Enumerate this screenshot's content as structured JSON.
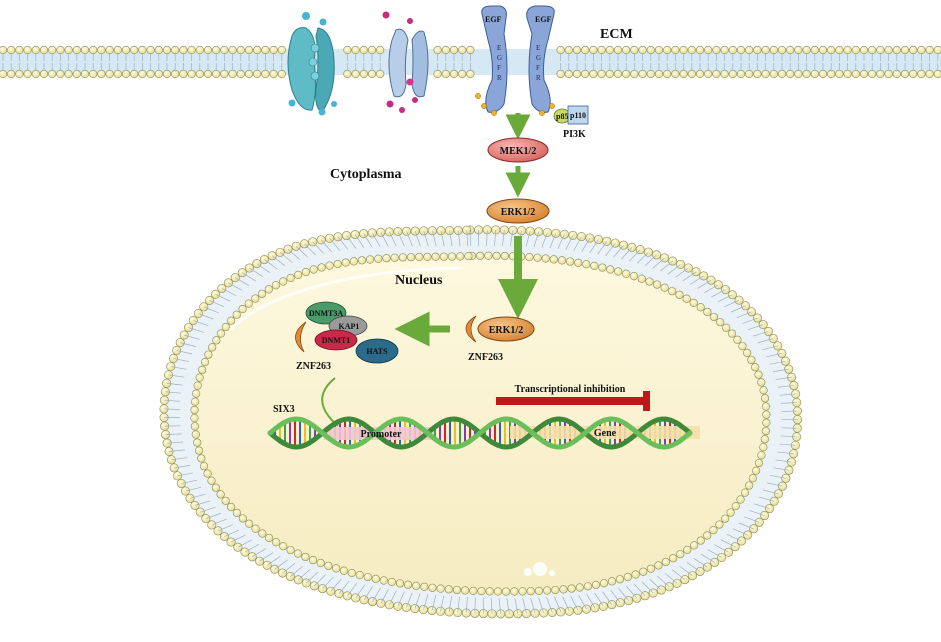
{
  "labels": {
    "ecm": "ECM",
    "cytoplasma": "Cytoplasma",
    "nucleus": "Nucleus",
    "egf_left": "EGF",
    "egf_right": "EGF",
    "egfr_left": "EGFR",
    "egfr_right": "EGFR",
    "pi3k": "PI3K",
    "p85": "p85",
    "p110": "p110",
    "mek": "MEK1/2",
    "erk_cyto": "ERK1/2",
    "erk_nuc": "ERK1/2",
    "znf263_erk": "ZNF263",
    "znf263_complex": "ZNF263",
    "dnmt3a": "DNMT3A",
    "kap1": "KAP1",
    "dnmt1": "DNMT1",
    "hats": "HATS",
    "six3": "SIX3",
    "promoter": "Promoter",
    "gene": "Gene",
    "transcriptional_inhibition": "Transcriptional inhibition"
  },
  "colors": {
    "membrane_head": "#f3ecb0",
    "membrane_head_stroke": "#8a8a5a",
    "membrane_tail": "#b8c8d8",
    "membrane_band": "#cfe3f2",
    "nucleus_fill": "#fbf5d8",
    "arrow_green": "#6aaa3a",
    "inhibit_red": "#c01818",
    "mek": "#e58a8a",
    "erk": "#e8a050",
    "channel_teal": "#4fb3bf",
    "channel_blue": "#a9c3e6",
    "egfr": "#8aa6d8",
    "dnmt3a": "#4a9a6a",
    "kap1": "#9a9a9a",
    "dnmt1": "#c8284a",
    "hats": "#2a6a8a",
    "znf_crescent": "#e08a3a"
  }
}
